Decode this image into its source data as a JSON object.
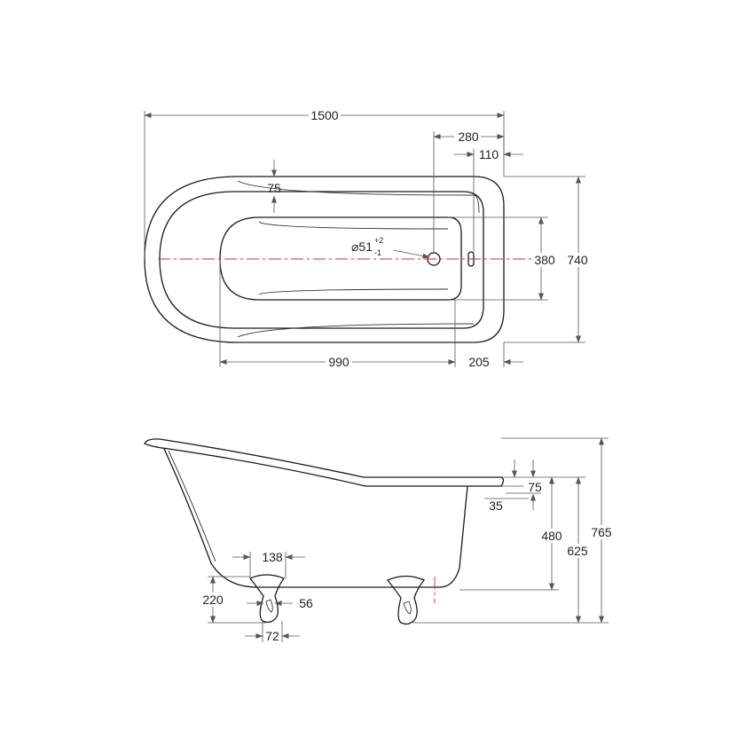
{
  "top_view": {
    "overall_length": "1500",
    "waste_offset": "280",
    "overflow_offset": "110",
    "rim_width": "75",
    "waste_diameter": "⌀51",
    "waste_tol_plus": "+2",
    "waste_tol_minus": "-1",
    "inner_width": "380",
    "overall_width": "740",
    "inner_length": "990",
    "end_offset": "205"
  },
  "side_view": {
    "rim_depth": "75",
    "rim_thickness": "35",
    "internal_depth": "480",
    "rim_height": "625",
    "overall_height": "765",
    "foot_width": "138",
    "foot_height": "220",
    "foot_neck": "56",
    "foot_base": "72"
  },
  "colors": {
    "outline": "#1a1a1a",
    "dimension": "#555555",
    "centerline": "#d62a2a"
  }
}
